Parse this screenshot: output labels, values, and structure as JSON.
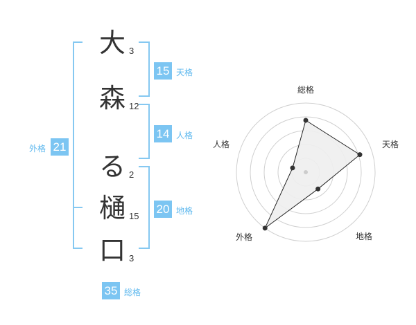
{
  "name": {
    "characters": [
      {
        "char": "大",
        "strokes": "3"
      },
      {
        "char": "森",
        "strokes": "12"
      },
      {
        "char": "る",
        "strokes": "2"
      },
      {
        "char": "樋",
        "strokes": "15"
      },
      {
        "char": "口",
        "strokes": "3"
      }
    ]
  },
  "fortune": {
    "tenkaku": {
      "value": "15",
      "label": "天格"
    },
    "jinkaku": {
      "value": "14",
      "label": "人格"
    },
    "chikaku": {
      "value": "20",
      "label": "地格"
    },
    "gaikaku": {
      "value": "21",
      "label": "外格"
    },
    "soukaku": {
      "value": "35",
      "label": "総格"
    }
  },
  "colors": {
    "accent": "#7cc5f2",
    "bracket": "#85c8f1",
    "label": "#5bb7ee",
    "text": "#333333"
  },
  "chart_data": {
    "type": "radar",
    "axes": [
      "総格",
      "天格",
      "地格",
      "外格",
      "人格"
    ],
    "values": [
      0.75,
      0.82,
      0.3,
      1.0,
      0.2
    ],
    "max": 1,
    "rings": 5
  }
}
